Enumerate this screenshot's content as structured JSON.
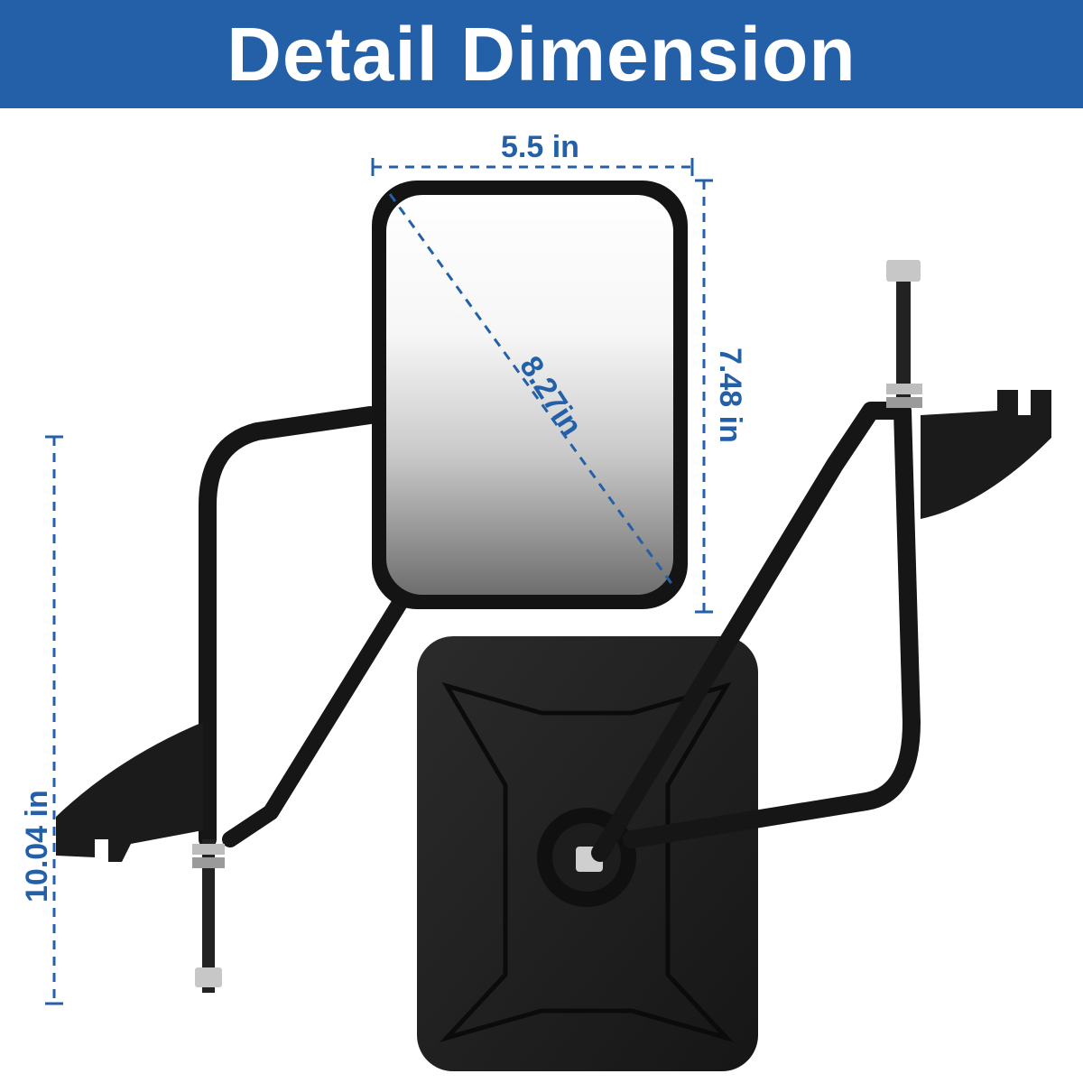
{
  "banner": {
    "title": "Detail Dimension",
    "background": "#2460a7",
    "text_color": "#ffffff"
  },
  "dimensions": {
    "width": "5.5 in",
    "height": "7.48 in",
    "diagonal": "8.27in",
    "total_height": "10.04 in",
    "color": "#2460a7"
  }
}
